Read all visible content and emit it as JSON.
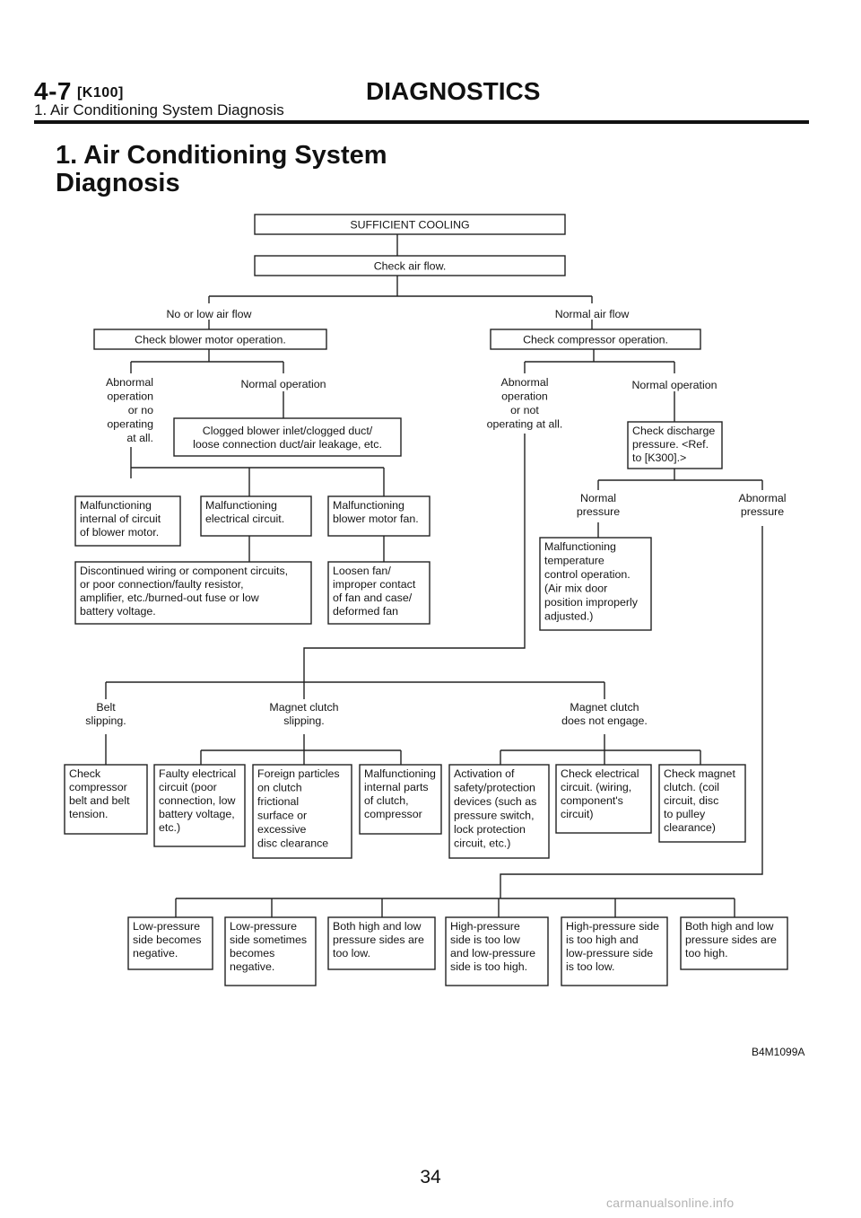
{
  "header": {
    "code": "4-7",
    "section_code": "[K100]",
    "title": "DIAGNOSTICS",
    "subtitle": "1. Air Conditioning System Diagnosis"
  },
  "page_title_lines": [
    "1. Air Conditioning System",
    "Diagnosis"
  ],
  "flowchart": {
    "nodes": [
      {
        "id": "sufficient-cooling",
        "lines": [
          "SUFFICIENT COOLING"
        ]
      },
      {
        "id": "check-air-flow",
        "lines": [
          "Check air flow."
        ]
      },
      {
        "id": "no-low-air-flow",
        "lines": [
          "No or low air flow"
        ]
      },
      {
        "id": "normal-air-flow",
        "lines": [
          "Normal air flow"
        ]
      },
      {
        "id": "check-blower-motor",
        "lines": [
          "Check blower motor operation."
        ]
      },
      {
        "id": "check-compressor",
        "lines": [
          "Check compressor operation."
        ]
      },
      {
        "id": "abnormal-operation-1",
        "lines": [
          "Abnormal",
          "operation",
          "or no",
          "operating",
          "at all."
        ]
      },
      {
        "id": "normal-operation-1",
        "lines": [
          "Normal operation"
        ]
      },
      {
        "id": "clogged-blower",
        "lines": [
          "Clogged blower inlet/clogged duct/",
          "loose connection duct/air leakage, etc."
        ]
      },
      {
        "id": "abnormal-operation-2",
        "lines": [
          "Abnormal",
          "operation",
          "or not",
          "operating at all."
        ]
      },
      {
        "id": "normal-operation-2",
        "lines": [
          "Normal operation"
        ]
      },
      {
        "id": "check-discharge",
        "lines": [
          "Check discharge",
          "pressure. <Ref.",
          "to [K300].>"
        ]
      },
      {
        "id": "malf-internal-circuit",
        "lines": [
          "Malfunctioning",
          "internal of circuit",
          "of blower motor."
        ]
      },
      {
        "id": "malf-electrical",
        "lines": [
          "Malfunctioning",
          "electrical circuit."
        ]
      },
      {
        "id": "malf-blower-fan",
        "lines": [
          "Malfunctioning",
          "blower motor fan."
        ]
      },
      {
        "id": "normal-pressure",
        "lines": [
          "Normal",
          "pressure"
        ]
      },
      {
        "id": "abnormal-pressure",
        "lines": [
          "Abnormal",
          "pressure"
        ]
      },
      {
        "id": "discontinued-wiring",
        "lines": [
          "Discontinued wiring or component circuits,",
          "or poor connection/faulty resistor,",
          "amplifier, etc./burned-out fuse or low",
          "battery voltage."
        ]
      },
      {
        "id": "loosen-fan",
        "lines": [
          "Loosen fan/",
          "improper contact",
          "of fan and case/",
          "deformed fan"
        ]
      },
      {
        "id": "malf-temperature",
        "lines": [
          "Malfunctioning",
          "temperature",
          "control operation.",
          "(Air mix door",
          "position improperly",
          "adjusted.)"
        ]
      },
      {
        "id": "belt-slipping",
        "lines": [
          "Belt",
          "slipping."
        ]
      },
      {
        "id": "clutch-slipping",
        "lines": [
          "Magnet clutch",
          "slipping."
        ]
      },
      {
        "id": "clutch-not-engage",
        "lines": [
          "Magnet clutch",
          "does not engage."
        ]
      },
      {
        "id": "check-belt",
        "lines": [
          "Check",
          "compressor",
          "belt and belt",
          "tension."
        ]
      },
      {
        "id": "faulty-electrical",
        "lines": [
          "Faulty electrical",
          "circuit (poor",
          "connection, low",
          "battery voltage,",
          "etc.)"
        ]
      },
      {
        "id": "foreign-particles",
        "lines": [
          "Foreign particles",
          "on clutch",
          "frictional",
          "surface or",
          "excessive",
          "disc clearance"
        ]
      },
      {
        "id": "malf-internal-parts",
        "lines": [
          "Malfunctioning",
          "internal parts",
          "of clutch,",
          "compressor"
        ]
      },
      {
        "id": "activation-safety",
        "lines": [
          "Activation of",
          "safety/protection",
          "devices (such as",
          "pressure switch,",
          "lock protection",
          "circuit, etc.)"
        ]
      },
      {
        "id": "check-electrical",
        "lines": [
          "Check electrical",
          "circuit. (wiring,",
          "component's",
          "circuit)"
        ]
      },
      {
        "id": "check-magnet-clutch",
        "lines": [
          "Check magnet",
          "clutch. (coil",
          "circuit, disc",
          "to pulley",
          "clearance)"
        ]
      },
      {
        "id": "low-neg",
        "lines": [
          "Low-pressure",
          "side becomes",
          "negative."
        ]
      },
      {
        "id": "low-sometimes-neg",
        "lines": [
          "Low-pressure",
          "side sometimes",
          "becomes",
          "negative."
        ]
      },
      {
        "id": "both-low",
        "lines": [
          "Both high and low",
          "pressure sides are",
          "too low."
        ]
      },
      {
        "id": "high-low-low-high",
        "lines": [
          "High-pressure",
          "side is too low",
          "and low-pressure",
          "side is too high."
        ]
      },
      {
        "id": "high-high-low-low",
        "lines": [
          "High-pressure side",
          "is too high and",
          "low-pressure side",
          "is too low."
        ]
      },
      {
        "id": "both-high",
        "lines": [
          "Both high and low",
          "pressure sides are",
          "too high."
        ]
      }
    ]
  },
  "figure_id": "B4M1099A",
  "page_number": "34",
  "watermark": "carmanualsonline.info"
}
